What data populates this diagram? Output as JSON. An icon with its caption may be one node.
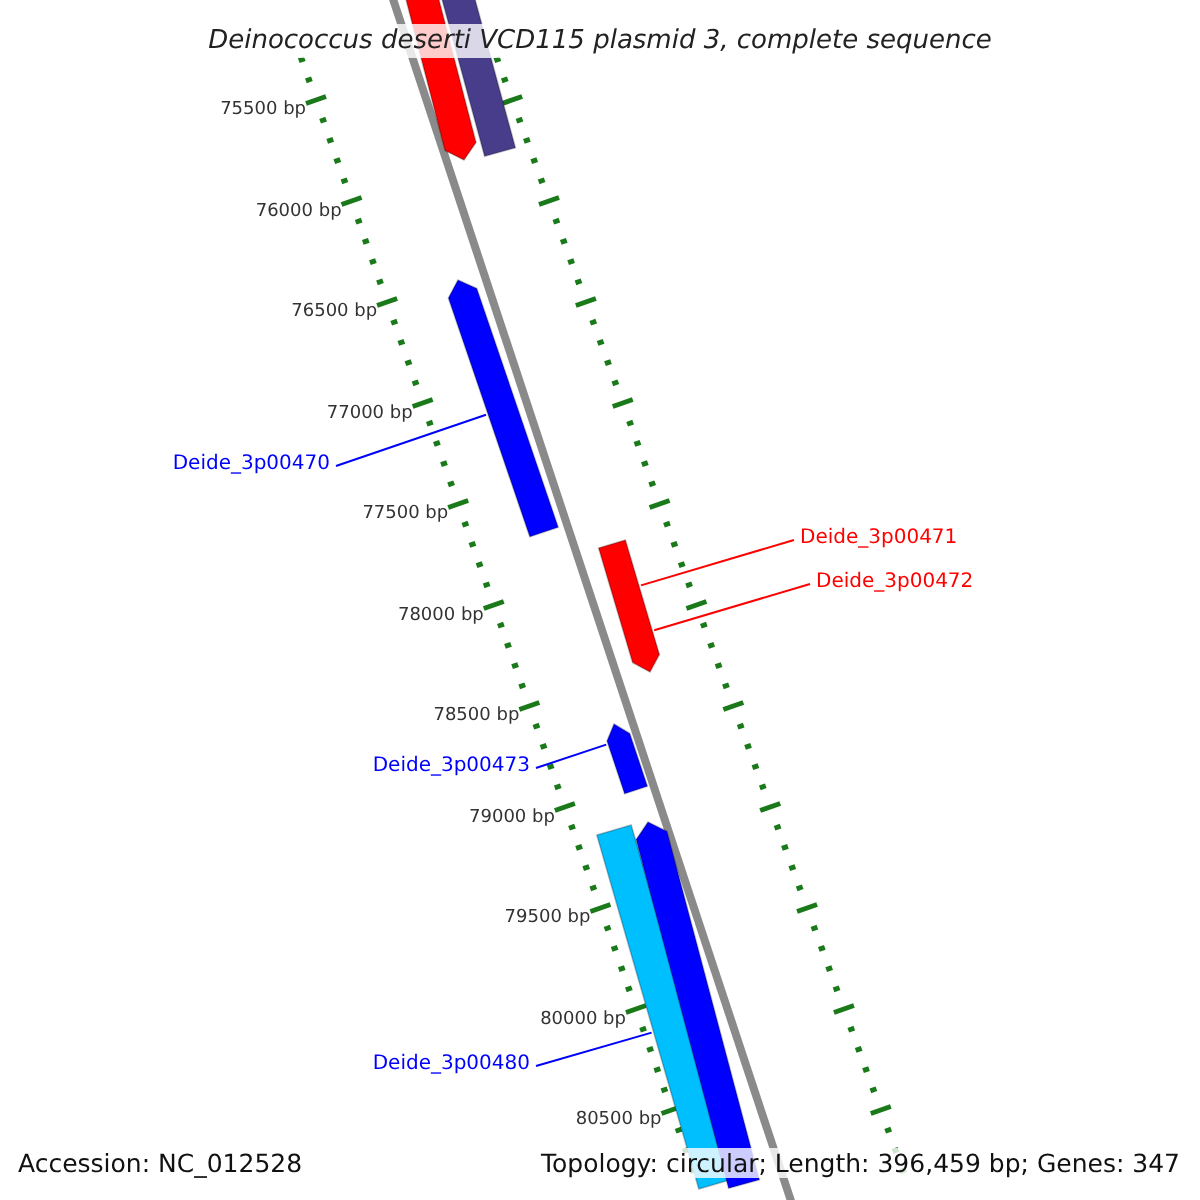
{
  "diagram": {
    "title": "Deinococcus deserti VCD115 plasmid 3, complete sequence",
    "nodes": [
      {
        "text": [],
        "shape": "bar"
      },
      {
        "text": [],
        "shape": "bar"
      },
      {
        "text": [],
        "shape": "bar"
      },
      {
        "text": [
          "Deide_3p00470"
        ]
      },
      {
        "text": [],
        "shape": "bar"
      },
      {
        "text": [
          "Deide_3p00471"
        ]
      },
      {
        "text": [
          "Deide_3p00472"
        ]
      },
      {
        "text": [],
        "shape": "bar"
      },
      {
        "text": [
          "Deide_3p00473"
        ]
      },
      {
        "text": [],
        "shape": "bar"
      },
      {
        "text": [],
        "shape": "bar"
      },
      {
        "text": [
          "Deide_3p00480"
        ]
      }
    ],
    "edges": [
      {
        "from": 3,
        "to": 2,
        "arrow": "none"
      },
      {
        "from": 5,
        "to": 4,
        "arrow": "none",
        "color": "#ff0000"
      },
      {
        "from": 6,
        "to": 4,
        "arrow": "none",
        "color": "#ff0000"
      },
      {
        "from": 8,
        "to": 7,
        "arrow": "none"
      },
      {
        "from": 11,
        "to": 9,
        "arrow": "none"
      }
    ],
    "labels": [
      "75500 bp",
      "76000 bp",
      "76500 bp",
      "77000 bp",
      "77500 bp",
      "78000 bp",
      "78500 bp",
      "79000 bp",
      "79500 bp",
      "80000 bp",
      "80500 bp",
      "Accession: NC_012528",
      "Topology: circular; Length: 396,459 bp; Genes: 347"
    ]
  }
}
